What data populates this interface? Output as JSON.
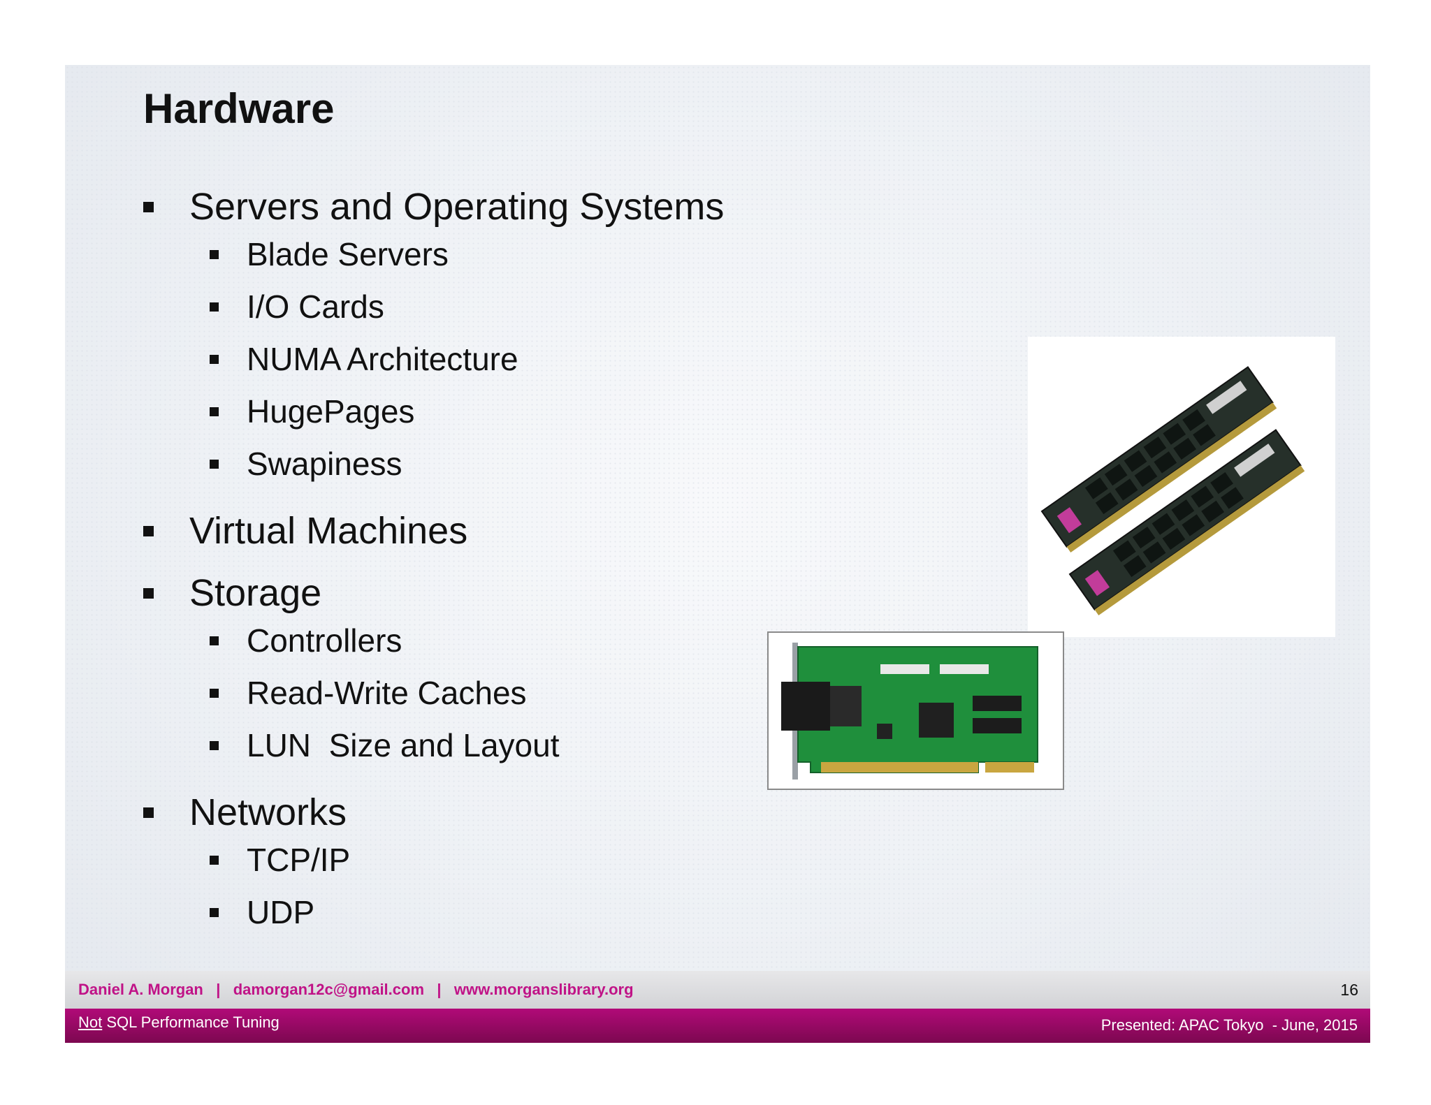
{
  "slide": {
    "title": "Hardware",
    "bullets": [
      {
        "level": 1,
        "text": "Servers and Operating Systems"
      },
      {
        "level": 2,
        "text": "Blade Servers"
      },
      {
        "level": 2,
        "text": "I/O Cards"
      },
      {
        "level": 2,
        "text": "NUMA Architecture"
      },
      {
        "level": 2,
        "text": "HugePages"
      },
      {
        "level": 2,
        "text": "Swapiness"
      },
      {
        "level": 1,
        "text": "Virtual Machines"
      },
      {
        "level": 1,
        "text": "Storage"
      },
      {
        "level": 2,
        "text": "Controllers"
      },
      {
        "level": 2,
        "text": "Read-Write Caches"
      },
      {
        "level": 2,
        "text": "LUN  Size and Layout"
      },
      {
        "level": 1,
        "text": "Networks"
      },
      {
        "level": 2,
        "text": "TCP/IP"
      },
      {
        "level": 2,
        "text": "UDP"
      }
    ],
    "page_number": "16"
  },
  "footer": {
    "author_line": "Daniel A. Morgan   |   damorgan12c@gmail.com   |   www.morganslibrary.org",
    "subtitle_underlined": "Not",
    "subtitle_rest": " SQL Performance Tuning",
    "presented": "Presented: APAC Tokyo  - June, 2015"
  },
  "colors": {
    "accent_magenta": "#b10a78",
    "author_text": "#c01387"
  }
}
